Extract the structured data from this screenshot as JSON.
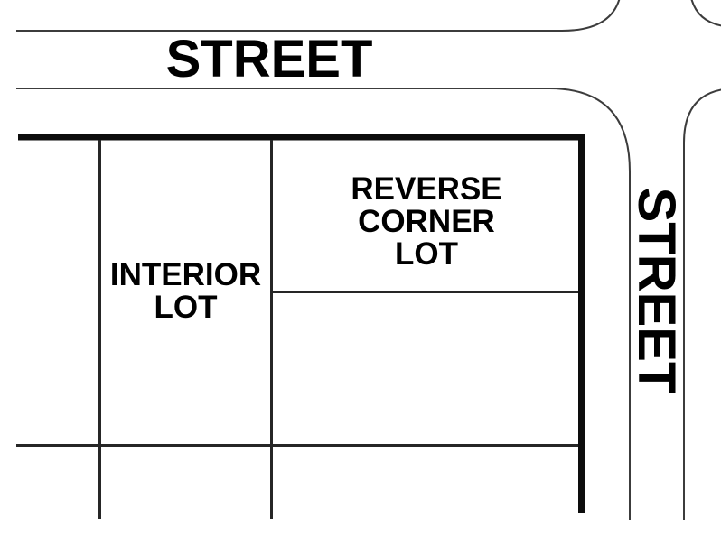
{
  "diagram": {
    "description": "Lot types plat diagram showing a street intersection with labeled lots"
  },
  "streets": {
    "horizontal": {
      "label": "STREET"
    },
    "vertical": {
      "label": "STREET"
    }
  },
  "lots": {
    "interior": {
      "name": "Interior Lot",
      "label_lines": {
        "l1": "INTERIOR",
        "l2": "LOT"
      }
    },
    "reverse_corner": {
      "name": "Reverse Corner Lot",
      "label_lines": {
        "l1": "REVERSE",
        "l2": "CORNER",
        "l3": "LOT"
      }
    }
  },
  "colors": {
    "background": "#ffffff",
    "text": "#000000",
    "street_line": "#3c3c3c",
    "block_border": "#0d0d0d",
    "lot_line": "#262626"
  }
}
